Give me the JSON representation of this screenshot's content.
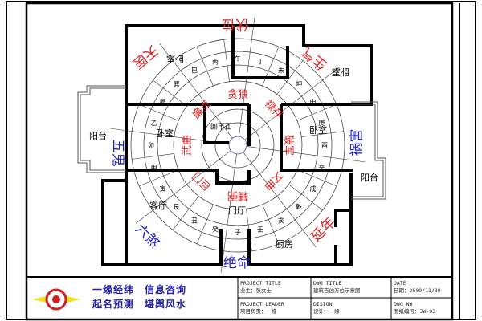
{
  "rooms": {
    "bedroom_top_left": "卧室",
    "bedroom_top_right": "卧室",
    "bedroom_mid_left": "卧室",
    "bedroom_mid_right": "卧室",
    "bathroom": "卫生间",
    "balcony_left": "阳台",
    "balcony_right": "阳台",
    "living_room": "客厅",
    "foyer": "门厅",
    "kitchen": "厨房"
  },
  "stars_outer": [
    {
      "label": "伏位",
      "color": "#e02020"
    },
    {
      "label": "天医",
      "color": "#e02020"
    },
    {
      "label": "生气",
      "color": "#e02020"
    },
    {
      "label": "五鬼",
      "color": "#2020c0"
    },
    {
      "label": "祸害",
      "color": "#2020c0"
    },
    {
      "label": "六煞",
      "color": "#2020c0"
    },
    {
      "label": "绝命",
      "color": "#2020c0"
    },
    {
      "label": "延年",
      "color": "#e02020"
    }
  ],
  "stars_inner": [
    "辅弼",
    "巨门",
    "武曲",
    "廉贞",
    "贪狼",
    "禄存",
    "破军",
    "文曲"
  ],
  "mountains": [
    "子",
    "癸",
    "丑",
    "艮",
    "寅",
    "甲",
    "卯",
    "乙",
    "辰",
    "巽",
    "巳",
    "丙",
    "午",
    "丁",
    "未",
    "坤",
    "申",
    "庚",
    "酉",
    "辛",
    "戌",
    "乾",
    "亥",
    "壬"
  ],
  "title_block": {
    "logo_line1": "一缘经纬　信息咨询",
    "logo_line2": "起名预测　堪舆风水",
    "project_title_label": "PROJECT TITLE",
    "project_title_value": "业主：张女士",
    "project_leader_label": "PROJECT LEADER",
    "project_leader_value": "项目负责：一缘",
    "dwg_title_label": "DWG TITLE",
    "dwg_title_value": "建筑吉凶方位示意图",
    "design_label": "DISIGN",
    "design_value": "设计：一缘",
    "date_label": "DATE",
    "date_value": "日期：2009/11/30",
    "dwg_no_label": "DWG NO",
    "dwg_no_value": "图纸编号：JW-03"
  },
  "colors": {
    "lucky": "#e02020",
    "unlucky": "#2020c0",
    "wall": "#000000"
  }
}
